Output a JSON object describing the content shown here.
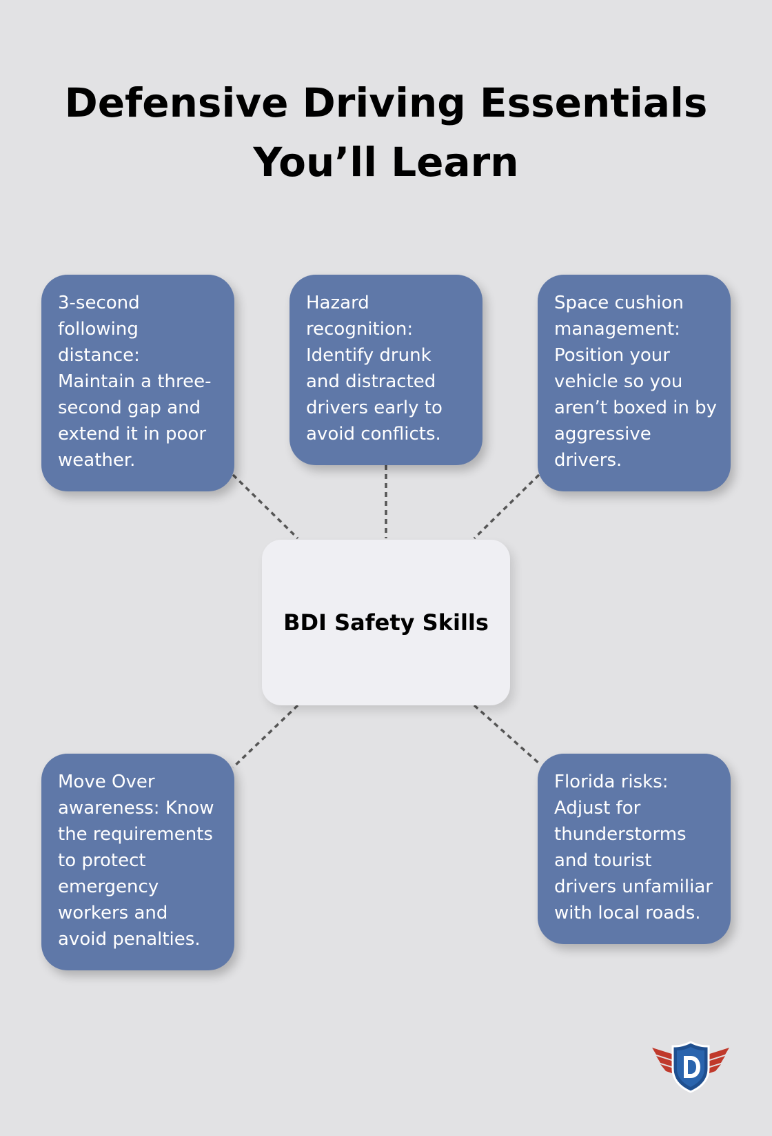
{
  "title": {
    "line1": "Defensive Driving Essentials",
    "line2": "You’ll Learn"
  },
  "center": {
    "label": "BDI Safety Skills"
  },
  "nodes": [
    {
      "text": "3-second following distance: Maintain a three-second gap and extend it in poor weather."
    },
    {
      "text": "Hazard recognition: Identify drunk and distracted drivers early to avoid conflicts."
    },
    {
      "text": "Space cushion management: Position your vehicle so you aren’t boxed in by aggressive drivers."
    },
    {
      "text": "Move Over awareness: Know the requirements to protect emergency workers and avoid penalties."
    },
    {
      "text": "Florida risks: Adjust for thunderstorms and tourist drivers unfamiliar with local roads."
    }
  ],
  "colors": {
    "background": "#e2e2e4",
    "node_fill": "#5f78a8",
    "center_fill": "#efeff3",
    "connector": "#555555",
    "logo_shield": "#1f4f8f",
    "logo_wings": "#c0392b"
  },
  "logo": {
    "icon": "shield-d-logo",
    "letter": "D"
  }
}
